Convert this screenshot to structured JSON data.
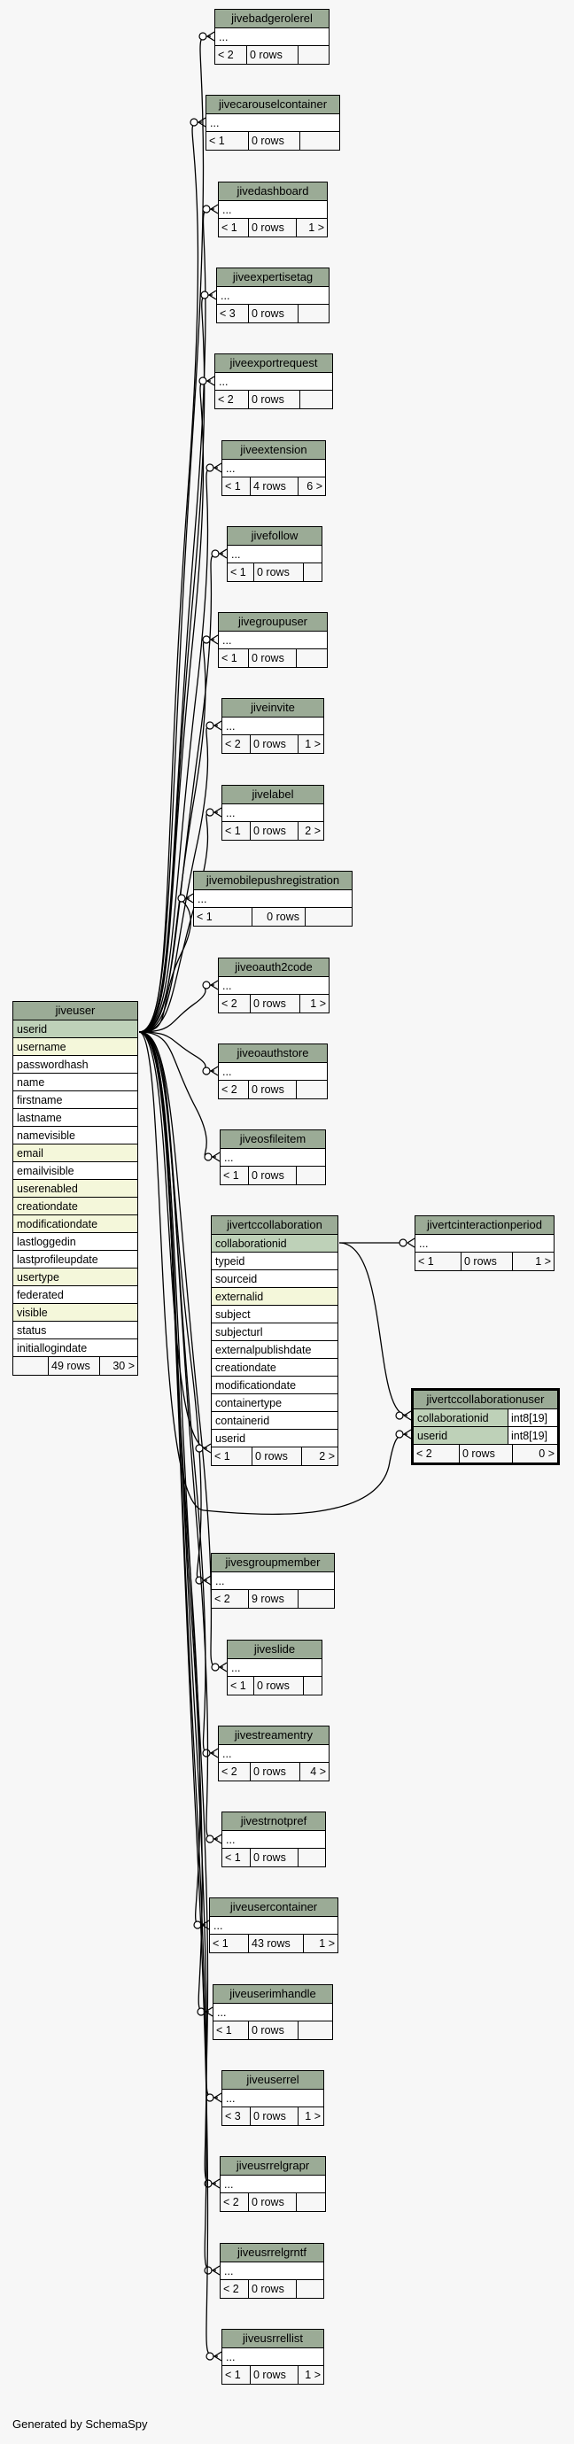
{
  "footer": "Generated by SchemaSpy",
  "more_columns": "...",
  "tables": {
    "jivebadgerolerel": {
      "name": "jivebadgerolerel",
      "parents": "< 2",
      "rows": "0 rows",
      "children": ""
    },
    "jivecarouselcontainer": {
      "name": "jivecarouselcontainer",
      "parents": "< 1",
      "rows": "0 rows",
      "children": ""
    },
    "jivedashboard": {
      "name": "jivedashboard",
      "parents": "< 1",
      "rows": "0 rows",
      "children": "1 >"
    },
    "jiveexpertisetag": {
      "name": "jiveexpertisetag",
      "parents": "< 3",
      "rows": "0 rows",
      "children": ""
    },
    "jiveexportrequest": {
      "name": "jiveexportrequest",
      "parents": "< 2",
      "rows": "0 rows",
      "children": ""
    },
    "jiveextension": {
      "name": "jiveextension",
      "parents": "< 1",
      "rows": "4 rows",
      "children": "6 >"
    },
    "jivefollow": {
      "name": "jivefollow",
      "parents": "< 1",
      "rows": "0 rows",
      "children": ""
    },
    "jivegroupuser": {
      "name": "jivegroupuser",
      "parents": "< 1",
      "rows": "0 rows",
      "children": ""
    },
    "jiveinvite": {
      "name": "jiveinvite",
      "parents": "< 2",
      "rows": "0 rows",
      "children": "1 >"
    },
    "jivelabel": {
      "name": "jivelabel",
      "parents": "< 1",
      "rows": "0 rows",
      "children": "2 >"
    },
    "jivemobilepushregistration": {
      "name": "jivemobilepushregistration",
      "parents": "< 1",
      "rows": "0 rows",
      "children": ""
    },
    "jiveoauth2code": {
      "name": "jiveoauth2code",
      "parents": "< 2",
      "rows": "0 rows",
      "children": "1 >"
    },
    "jiveoauthstore": {
      "name": "jiveoauthstore",
      "parents": "< 2",
      "rows": "0 rows",
      "children": ""
    },
    "jiveosfileitem": {
      "name": "jiveosfileitem",
      "parents": "< 1",
      "rows": "0 rows",
      "children": ""
    },
    "jivertcinteractionperiod": {
      "name": "jivertcinteractionperiod",
      "parents": "< 1",
      "rows": "0 rows",
      "children": "1 >"
    },
    "jivesgroupmember": {
      "name": "jivesgroupmember",
      "parents": "< 2",
      "rows": "9 rows",
      "children": ""
    },
    "jiveslide": {
      "name": "jiveslide",
      "parents": "< 1",
      "rows": "0 rows",
      "children": ""
    },
    "jivestreamentry": {
      "name": "jivestreamentry",
      "parents": "< 2",
      "rows": "0 rows",
      "children": "4 >"
    },
    "jivestrnotpref": {
      "name": "jivestrnotpref",
      "parents": "< 1",
      "rows": "0 rows",
      "children": ""
    },
    "jiveusercontainer": {
      "name": "jiveusercontainer",
      "parents": "< 1",
      "rows": "43 rows",
      "children": "1 >"
    },
    "jiveuserimhandle": {
      "name": "jiveuserimhandle",
      "parents": "< 1",
      "rows": "0 rows",
      "children": ""
    },
    "jiveuserrel": {
      "name": "jiveuserrel",
      "parents": "< 3",
      "rows": "0 rows",
      "children": "1 >"
    },
    "jiveusrrelgrapr": {
      "name": "jiveusrrelgrapr",
      "parents": "< 2",
      "rows": "0 rows",
      "children": ""
    },
    "jiveusrrelgrntf": {
      "name": "jiveusrrelgrntf",
      "parents": "< 2",
      "rows": "0 rows",
      "children": ""
    },
    "jiveusrrellist": {
      "name": "jiveusrrellist",
      "parents": "< 1",
      "rows": "0 rows",
      "children": "1 >"
    }
  },
  "jiveuser": {
    "name": "jiveuser",
    "columns": [
      "userid",
      "username",
      "passwordhash",
      "name",
      "firstname",
      "lastname",
      "namevisible",
      "email",
      "emailvisible",
      "userenabled",
      "creationdate",
      "modificationdate",
      "lastloggedin",
      "lastprofileupdate",
      "usertype",
      "federated",
      "visible",
      "status",
      "initiallogindate"
    ],
    "parents": "",
    "rows": "49 rows",
    "children": "30 >"
  },
  "jivertccollaboration": {
    "name": "jivertccollaboration",
    "columns": [
      "collaborationid",
      "typeid",
      "sourceid",
      "externalid",
      "subject",
      "subjecturl",
      "externalpublishdate",
      "creationdate",
      "modificationdate",
      "containertype",
      "containerid",
      "userid"
    ],
    "parents": "< 1",
    "rows": "0 rows",
    "children": "2 >"
  },
  "jivertccollaborationuser": {
    "name": "jivertccollaborationuser",
    "columns": [
      {
        "name": "collaborationid",
        "type": "int8[19]"
      },
      {
        "name": "userid",
        "type": "int8[19]"
      }
    ],
    "parents": "< 2",
    "rows": "0 rows",
    "children": "0 >"
  },
  "colors": {
    "header": "#9bab96",
    "primary_key": "#bed1b8",
    "indexed": "#f4f7da",
    "footer_bg": "#f7f7f7",
    "page_bg": "#f7f7f7",
    "line": "#000000"
  }
}
